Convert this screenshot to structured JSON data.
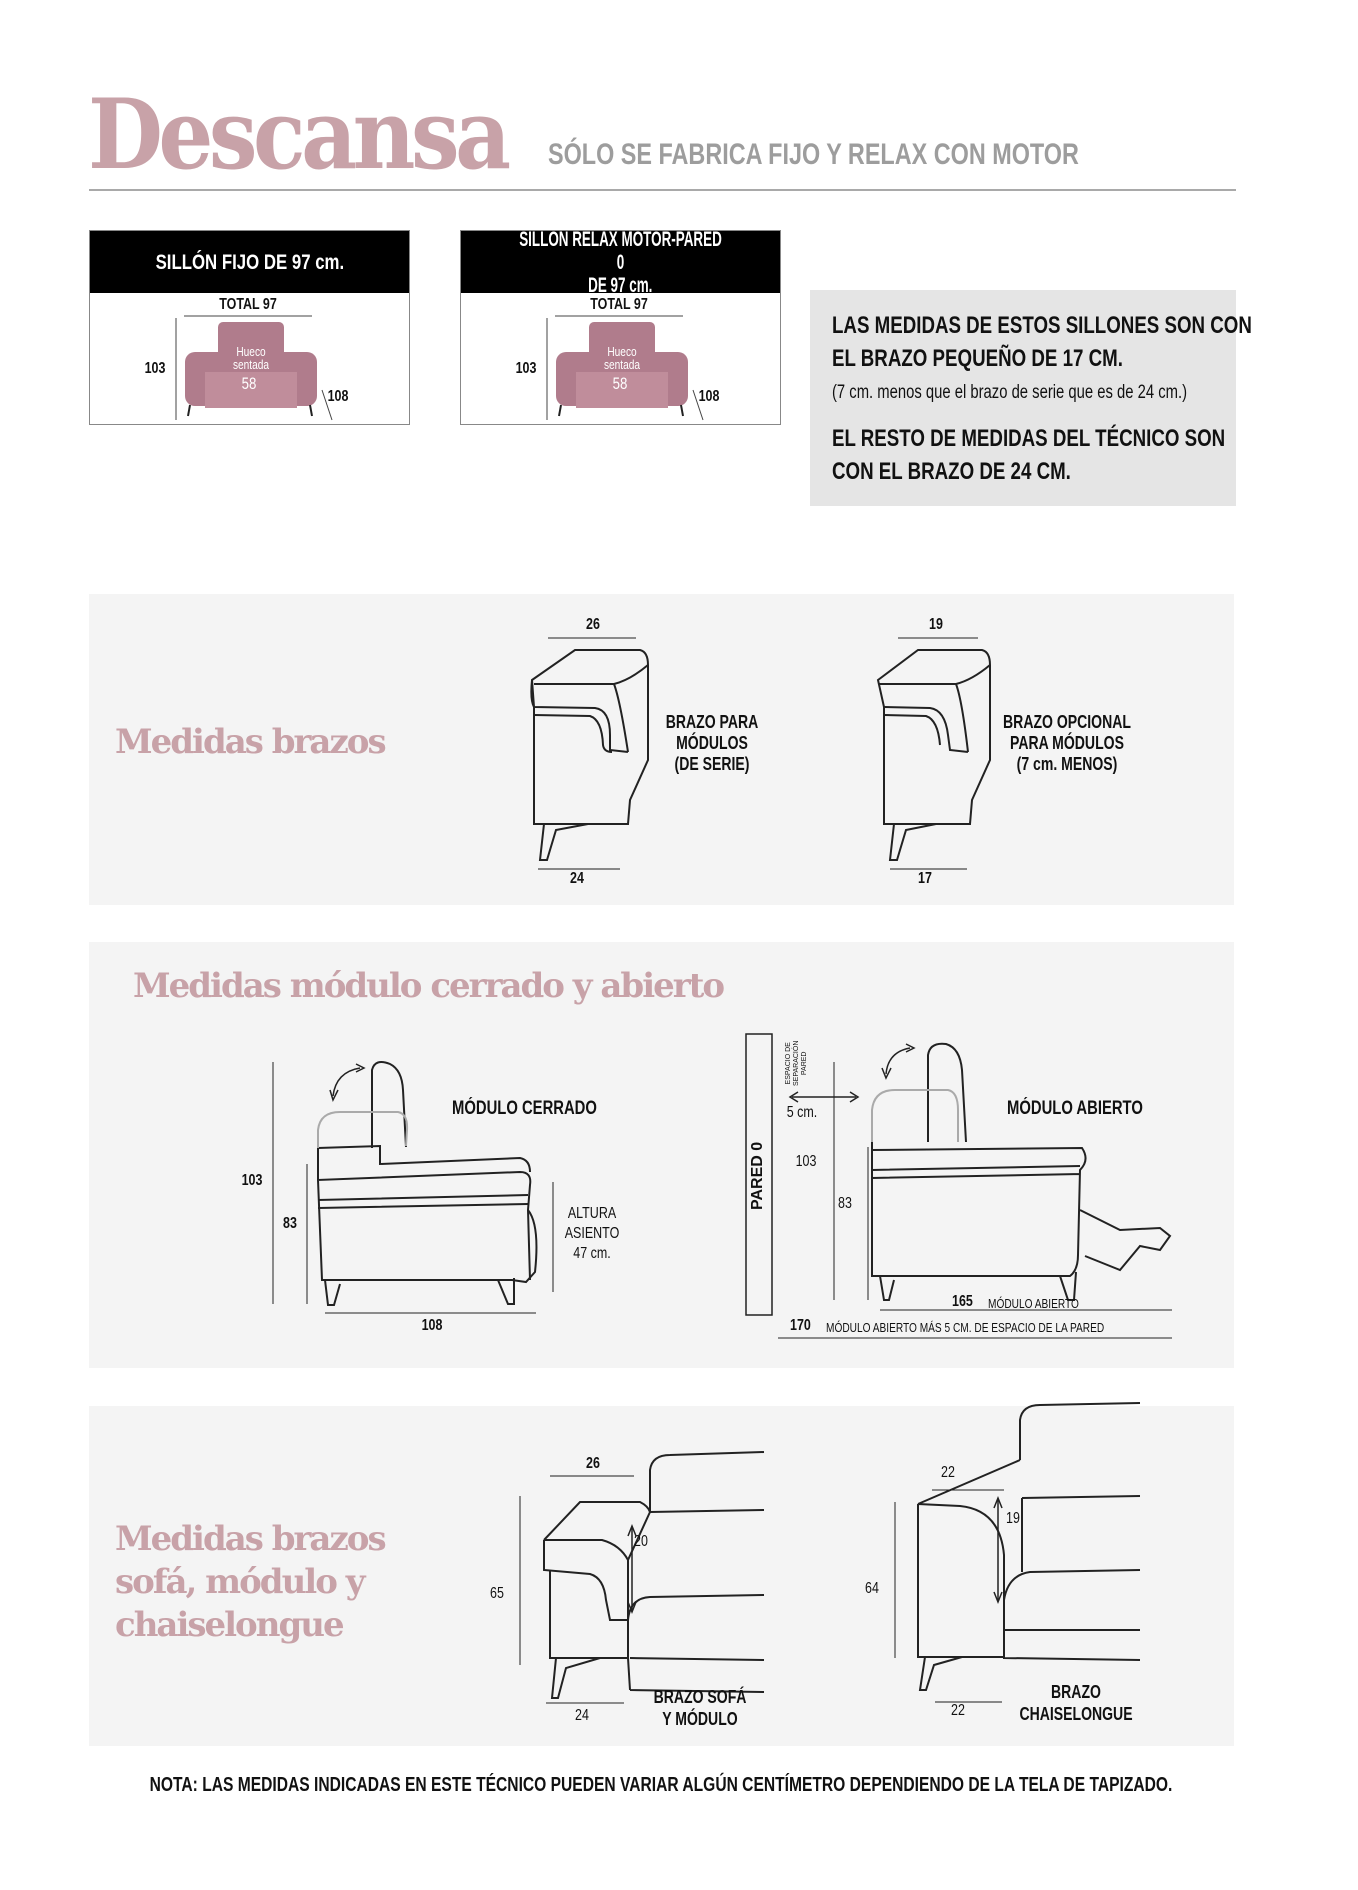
{
  "header": {
    "title": "Descansa",
    "subtitle": "SÓLO SE FABRICA FIJO Y RELAX CON MOTOR"
  },
  "chairs": [
    {
      "title": "SILLÓN FIJO DE 97 cm.",
      "total": "TOTAL 97",
      "height": "103",
      "depth": "108",
      "seat_label_1": "Hueco",
      "seat_label_2": "sentada",
      "seat_width": "58"
    },
    {
      "title_1": "SILLÓN RELAX MOTOR-PARED 0",
      "title_2": "DE 97 cm.",
      "total": "TOTAL 97",
      "height": "103",
      "depth": "108",
      "seat_label_1": "Hueco",
      "seat_label_2": "sentada",
      "seat_width": "58"
    }
  ],
  "info": {
    "line1": "LAS MEDIDAS DE ESTOS SILLONES SON CON",
    "line2": "EL BRAZO PEQUEÑO DE 17 CM.",
    "line3": "(7 cm. menos que el brazo de serie que es de 24 cm.)",
    "line4": "EL RESTO DE MEDIDAS DEL TÉCNICO SON",
    "line5": "CON EL BRAZO DE 24 CM."
  },
  "arms": {
    "title": "Medidas brazos",
    "standard": {
      "top": "26",
      "bottom": "24",
      "label": [
        "BRAZO PARA",
        "MÓDULOS",
        "(DE SERIE)"
      ]
    },
    "optional": {
      "top": "19",
      "bottom": "17",
      "label": [
        "BRAZO OPCIONAL",
        "PARA MÓDULOS",
        "(7 cm. MENOS)"
      ]
    }
  },
  "module": {
    "title": "Medidas módulo cerrado y abierto",
    "closed": {
      "label": "MÓDULO CERRADO",
      "height_total": "103",
      "height_back": "83",
      "depth": "108",
      "seat_height": [
        "ALTURA",
        "ASIENTO",
        "47 cm."
      ]
    },
    "open": {
      "label": "MÓDULO ABIERTO",
      "wall": "PARED 0",
      "gap_label": [
        "ESPACIO DE",
        "SEPARACIÓN",
        "PARED"
      ],
      "gap": "5 cm.",
      "height_total": "103",
      "height_back": "83",
      "depth": "165",
      "depth_label": "MÓDULO ABIERTO",
      "total": "170",
      "total_label": "MÓDULO ABIERTO MÁS 5 CM. DE ESPACIO DE LA PARED"
    }
  },
  "sofa_arms": {
    "title": [
      "Medidas brazos",
      "sofá, módulo y",
      "chaiselongue"
    ],
    "sofa": {
      "top": "26",
      "height": "65",
      "inner": "20",
      "bottom": "24",
      "label": [
        "BRAZO SOFÁ",
        "Y MÓDULO"
      ]
    },
    "chaise": {
      "top": "22",
      "height": "64",
      "inner": "19",
      "bottom": "22",
      "label": [
        "BRAZO",
        "CHAISELONGUE"
      ]
    }
  },
  "note": "NOTA: LAS MEDIDAS INDICADAS EN ESTE TÉCNICO PUEDEN VARIAR ALGÚN CENTÍMETRO DEPENDIENDO DE LA TELA DE TAPIZADO.",
  "colors": {
    "brand": "#c8a2a8",
    "chair": "#b07c8c"
  }
}
